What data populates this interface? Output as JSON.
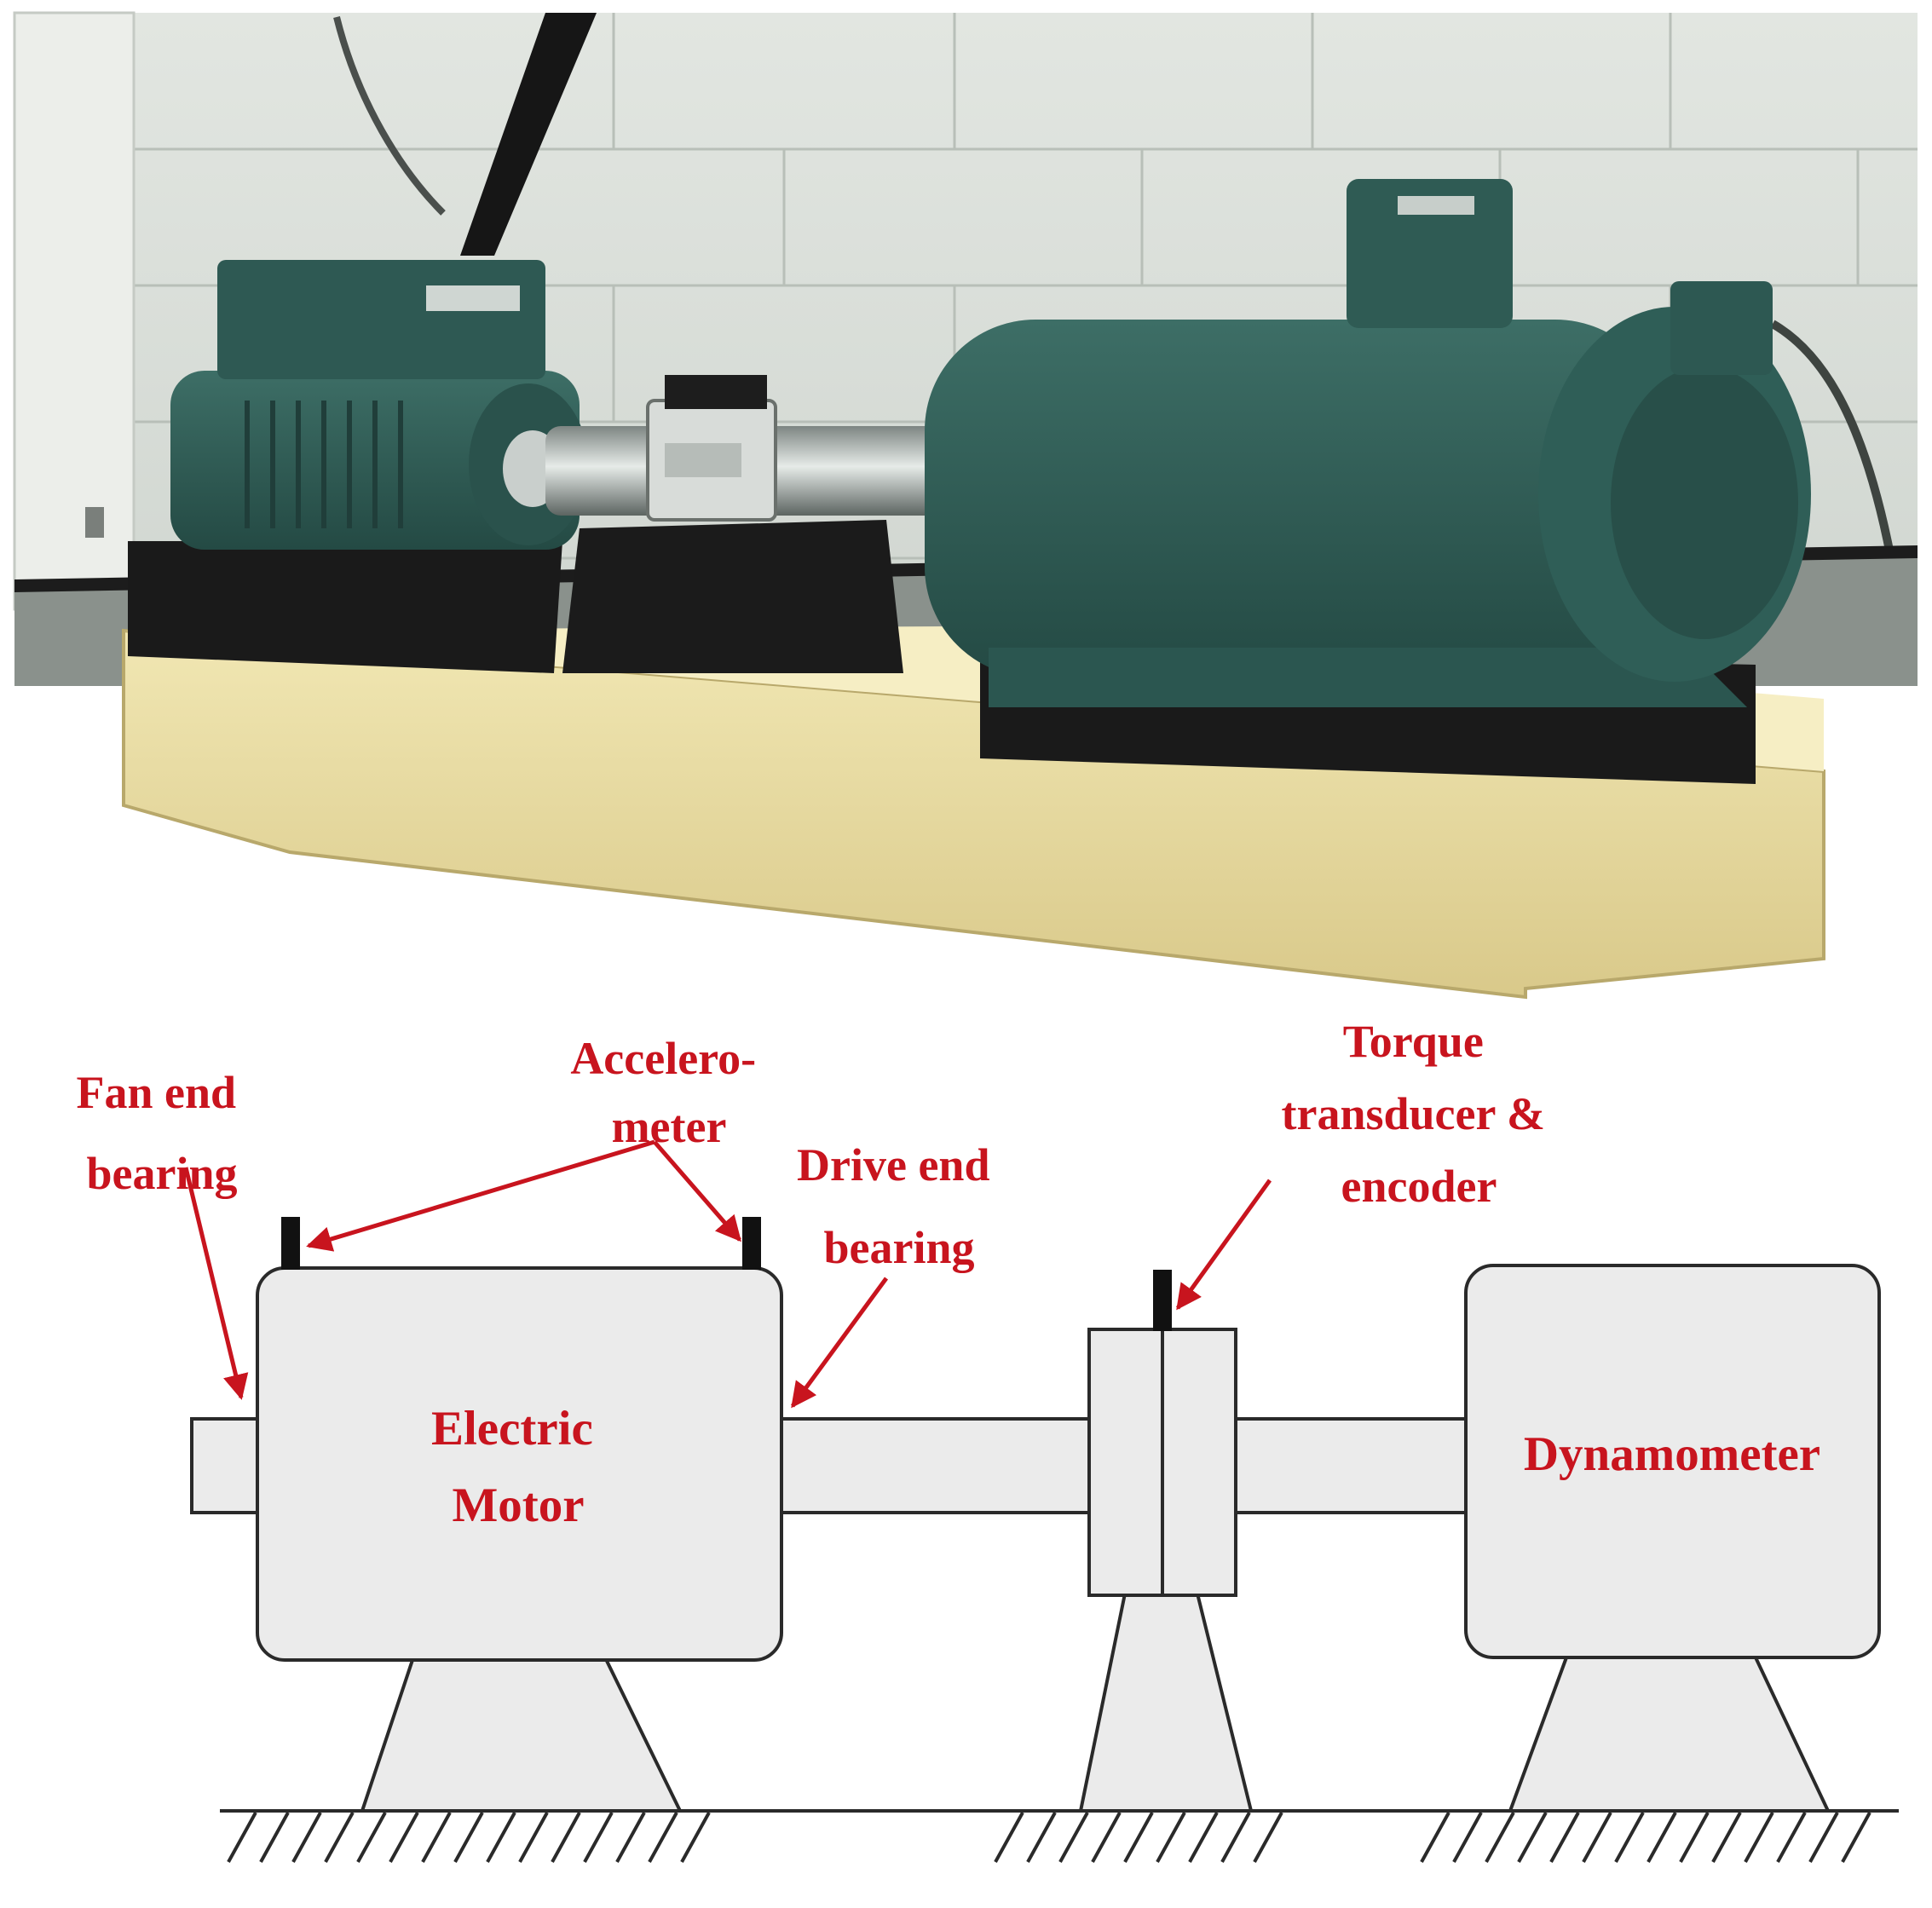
{
  "colors": {
    "label": "#c8141e",
    "component_fill": "#ebebeb",
    "outline": "#2a2a2a",
    "sensor": "#111111",
    "wall": "#d7dcd6",
    "motor_green": "#2f5c55",
    "base_yellow": "#e9dca0",
    "floor": "#8a918c"
  },
  "labels": {
    "fan_end_bearing": [
      "Fan end",
      "bearing"
    ],
    "accelerometer": [
      "Accelero-",
      "meter"
    ],
    "drive_end_bearing": [
      "Drive end",
      "bearing"
    ],
    "torque_transducer": [
      "Torque",
      "transducer &",
      "encoder"
    ],
    "electric_motor": [
      "Electric",
      "Motor"
    ],
    "dynamometer": "Dynamometer"
  }
}
